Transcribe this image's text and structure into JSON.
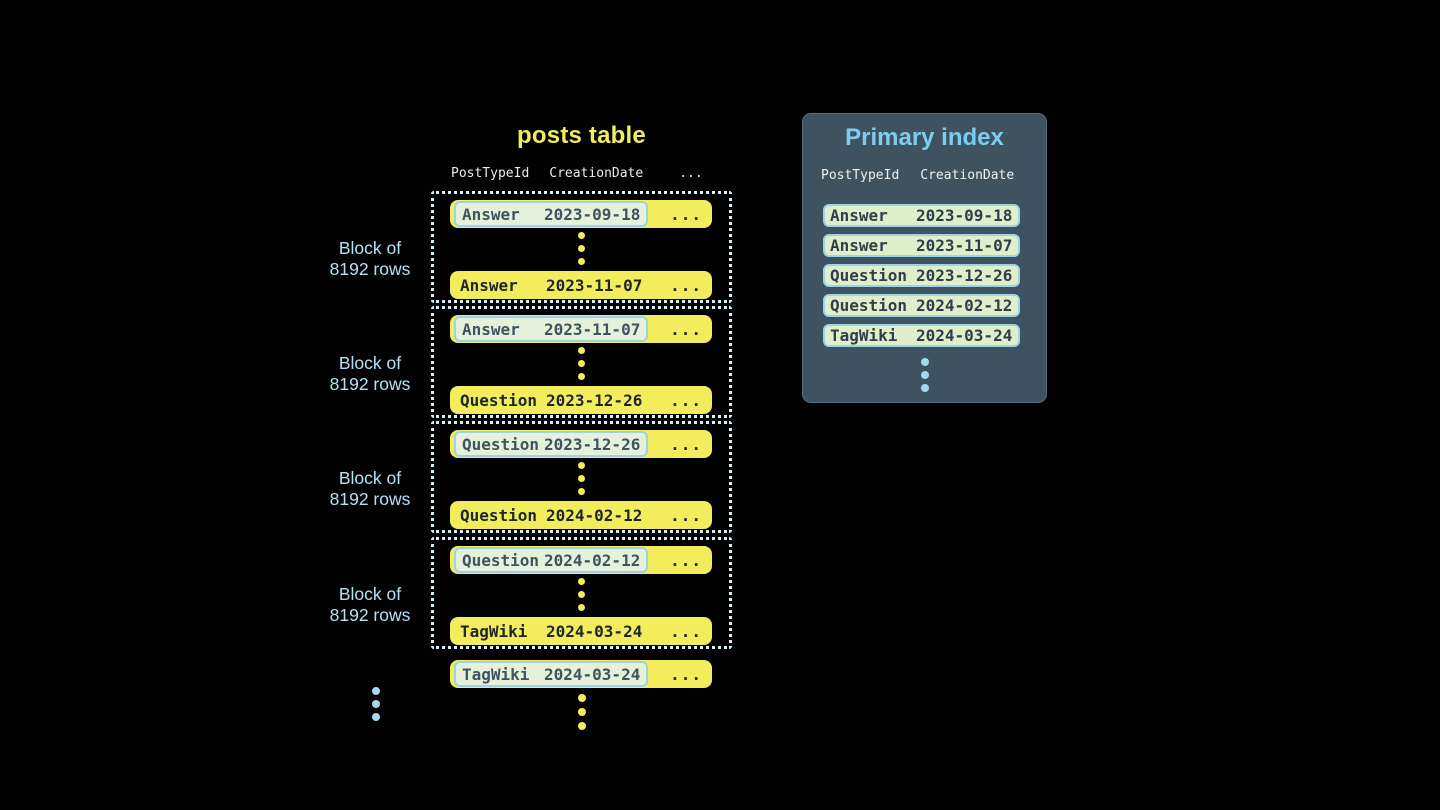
{
  "posts_table": {
    "title": "posts table",
    "headers": [
      "PostTypeId",
      "CreationDate",
      "..."
    ],
    "block_label": {
      "line1": "Block of",
      "line2": "8192 rows"
    },
    "ellipsis": "...",
    "blocks": [
      {
        "first": {
          "post_type": "Answer",
          "creation_date": "2023-09-18"
        },
        "last": {
          "post_type": "Answer",
          "creation_date": "2023-11-07"
        }
      },
      {
        "first": {
          "post_type": "Answer",
          "creation_date": "2023-11-07"
        },
        "last": {
          "post_type": "Question",
          "creation_date": "2023-12-26"
        }
      },
      {
        "first": {
          "post_type": "Question",
          "creation_date": "2023-12-26"
        },
        "last": {
          "post_type": "Question",
          "creation_date": "2024-02-12"
        }
      },
      {
        "first": {
          "post_type": "Question",
          "creation_date": "2024-02-12"
        },
        "last": {
          "post_type": "TagWiki",
          "creation_date": "2024-03-24"
        }
      }
    ],
    "overflow_row": {
      "post_type": "TagWiki",
      "creation_date": "2024-03-24"
    }
  },
  "primary_index": {
    "title": "Primary index",
    "headers": [
      "PostTypeId",
      "CreationDate"
    ],
    "rows": [
      {
        "post_type": "Answer",
        "creation_date": "2023-09-18"
      },
      {
        "post_type": "Answer",
        "creation_date": "2023-11-07"
      },
      {
        "post_type": "Question",
        "creation_date": "2023-12-26"
      },
      {
        "post_type": "Question",
        "creation_date": "2024-02-12"
      },
      {
        "post_type": "TagWiki",
        "creation_date": "2024-03-24"
      }
    ]
  },
  "colors": {
    "background": "#020202",
    "row_yellow": "#f3ed5e",
    "highlight_fill": "#e5f1da",
    "highlight_border": "#9ed3e6",
    "index_pill_fill": "#dfeecb",
    "panel_background": "#3f5260",
    "accent_light_blue": "#a6d7ec",
    "title_yellow": "#f2ec5f",
    "title_blue": "#7ecdef",
    "dotted_border": "#d9eef6"
  }
}
